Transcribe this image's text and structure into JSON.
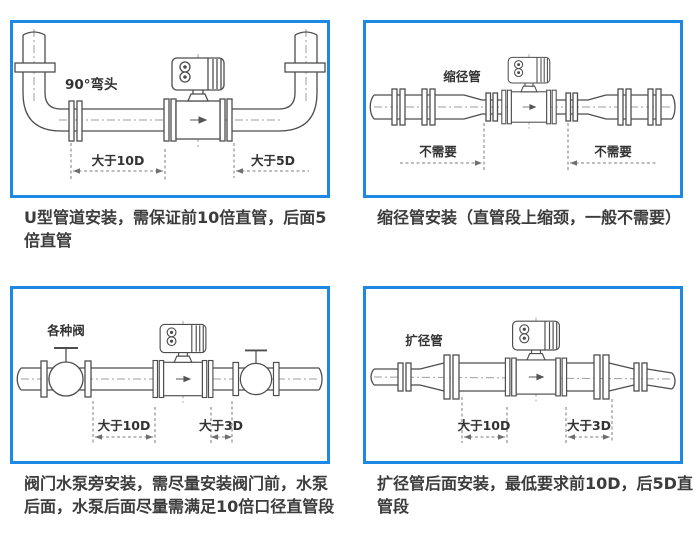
{
  "colors": {
    "frame_border": "#1E88E5",
    "caption_text": "#3c3c3c"
  },
  "panels": [
    {
      "id": "u-pipe",
      "caption": "U型管道安装，需保证前10倍直管，后面5倍直管",
      "labels": {
        "elbow": "90°弯头",
        "dim_left": "大于10D",
        "dim_right": "大于5D"
      }
    },
    {
      "id": "reducer",
      "caption": "缩径管安装（直管段上缩颈，一般不需要）",
      "labels": {
        "part": "缩径管",
        "dim_left": "不需要",
        "dim_right": "不需要"
      }
    },
    {
      "id": "valve-pump",
      "caption": "阀门水泵旁安装，需尽量安装阀门前，水泵后面，水泵后面尽量需满足10倍口径直管段",
      "labels": {
        "part": "各种阀",
        "dim_left": "大于10D",
        "dim_right": "大于3D"
      }
    },
    {
      "id": "expander",
      "caption": "扩径管后面安装，最低要求前10D，后5D直管段",
      "labels": {
        "part": "扩径管",
        "dim_left": "大于10D",
        "dim_right": "大于3D"
      }
    }
  ]
}
